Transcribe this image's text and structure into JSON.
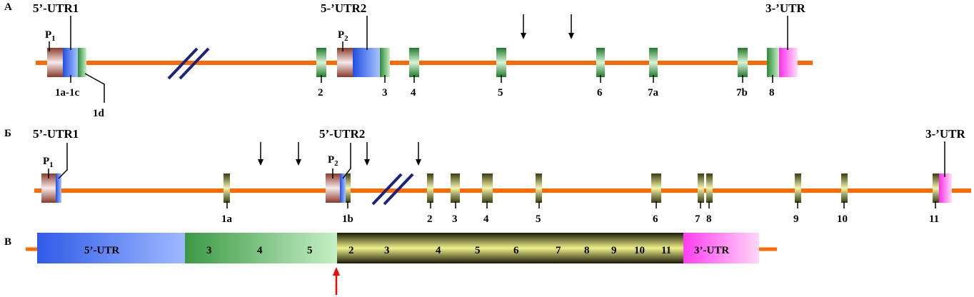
{
  "rows": {
    "a": {
      "letter": "А",
      "utr5_1": "5’-UTR1",
      "utr5_2": "5-’UTR2",
      "utr3": "3-’UTR",
      "p1": "P",
      "p1_sub": "1",
      "p2": "P",
      "p2_sub": "2",
      "exon_labels": [
        "1a-1c",
        "1d",
        "2",
        "3",
        "4",
        "5",
        "6",
        "7a",
        "7b",
        "8"
      ]
    },
    "b": {
      "letter": "Б",
      "utr5_1": "5’-UTR1",
      "utr5_2": "5’-UTR2",
      "utr3": "3-’UTR",
      "p1": "P",
      "p1_sub": "1",
      "p2": "P",
      "p2_sub": "2",
      "exon_labels": [
        "1a",
        "1b",
        "2",
        "3",
        "4",
        "5",
        "6",
        "7",
        "8",
        "9",
        "10",
        "11"
      ]
    },
    "v": {
      "letter": "В",
      "segments": [
        "5’-UTR",
        "3",
        "4",
        "5",
        "2",
        "3",
        "4",
        "5",
        "6",
        "7",
        "8",
        "9",
        "10",
        "11",
        "3’-UTR"
      ]
    }
  },
  "colors": {
    "line": "#FF6A00",
    "utr5": "#2F5BE8",
    "exon_green": "#2E9B3A",
    "exon_yellow": "#D8D860",
    "utr3": "#FF3FF0",
    "promoter": "#8B3A2A",
    "break": "#1A237E",
    "red_arrow": "#FF0000"
  }
}
